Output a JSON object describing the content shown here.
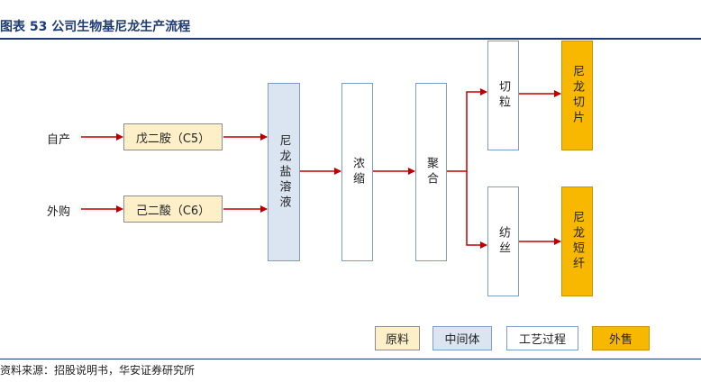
{
  "title": "图表 53 公司生物基尼龙生产流程",
  "source": "资料来源：招股说明书，华安证券研究所",
  "inputs": {
    "self_made": "自产",
    "purchased": "外购"
  },
  "nodes": {
    "pentanediamine": "戊二胺（C5）",
    "adipic_acid": "己二酸（C6）",
    "nylon_salt_solution": "尼龙盐溶液",
    "concentration": "浓缩",
    "polymerization": "聚合",
    "pelletizing": "切粒",
    "spinning": "纺丝",
    "nylon_chips": "尼龙切片",
    "nylon_staple_fiber": "尼龙短纤"
  },
  "legend": [
    {
      "label": "原料",
      "kind": "raw-material"
    },
    {
      "label": "中间体",
      "kind": "intermediate"
    },
    {
      "label": "工艺过程",
      "kind": "process"
    },
    {
      "label": "外售",
      "kind": "for-sale"
    }
  ],
  "colors": {
    "raw_material_fill": "#fdf0c9",
    "intermediate_fill": "#dbe5f2",
    "process_fill": "#ffffff",
    "for_sale_fill": "#f9b800",
    "box_border": "#7f9cc4",
    "arrow": "#c00000",
    "title": "#1f3b73"
  }
}
